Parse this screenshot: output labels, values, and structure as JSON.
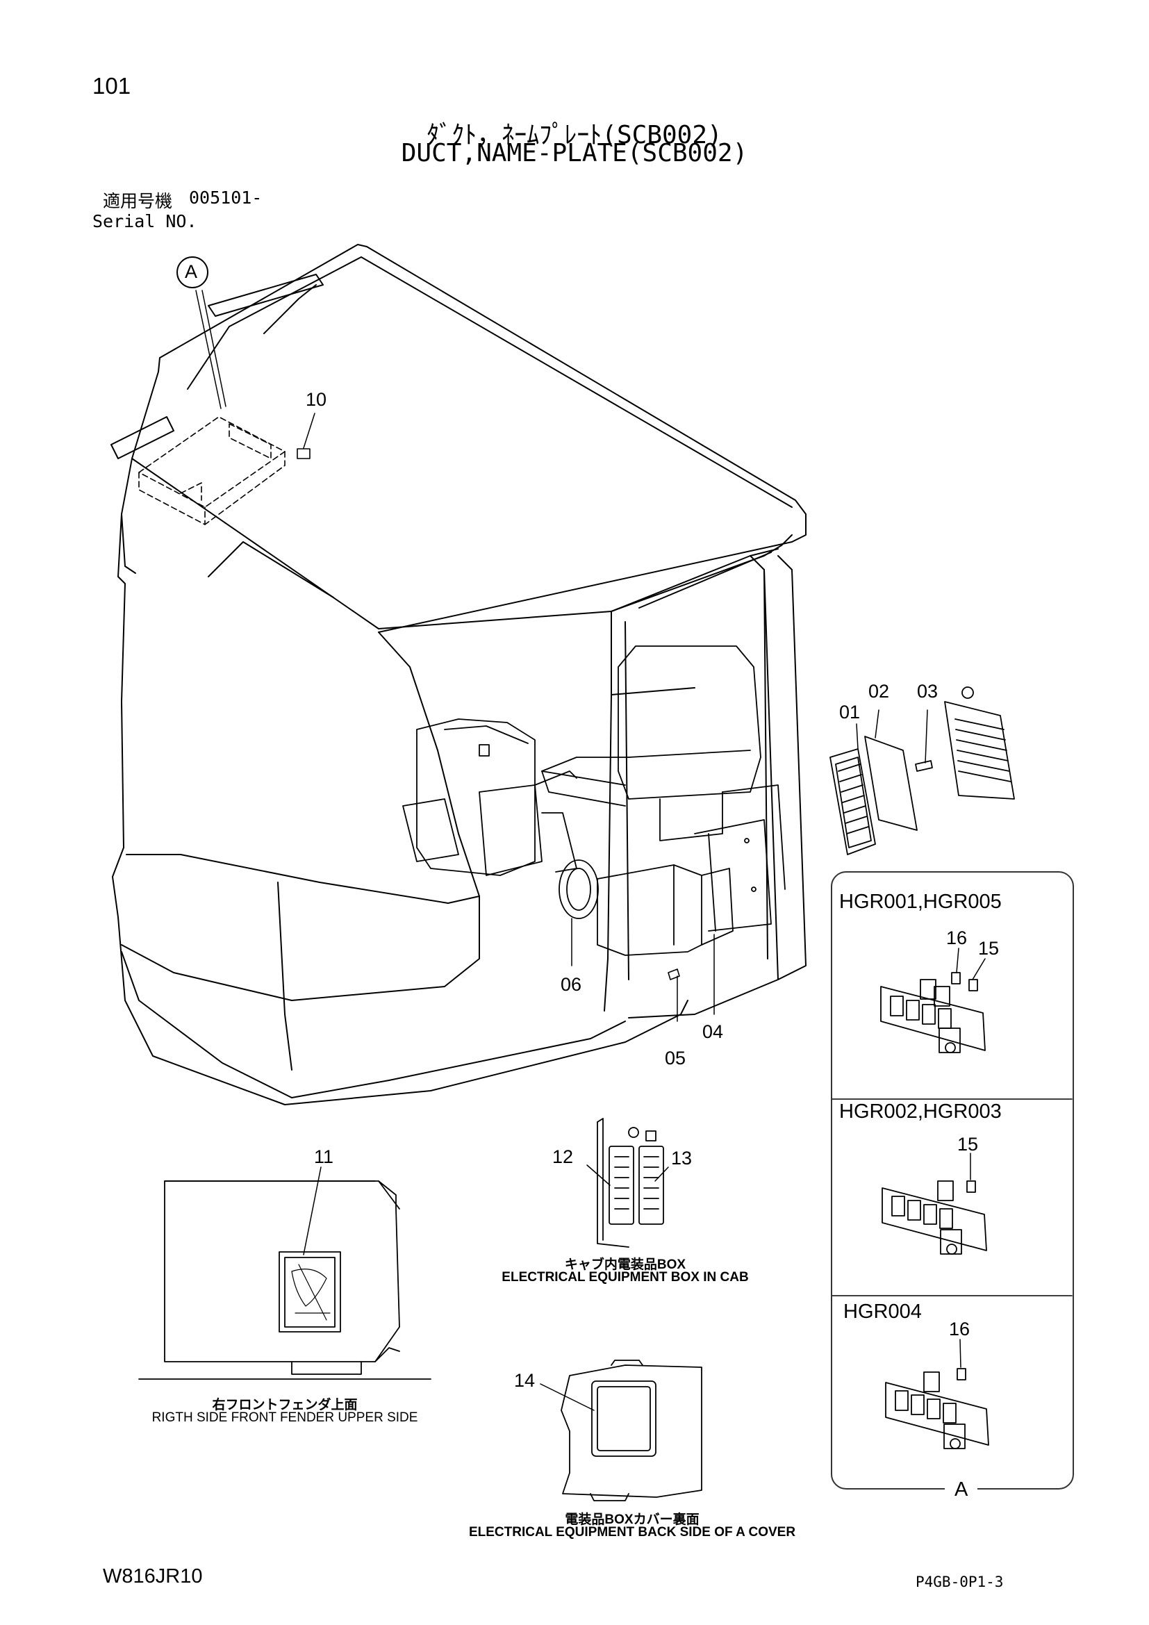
{
  "page_number": "101",
  "title_jp": "ﾀﾞｸﾄ，ﾈｰﾑﾌﾟﾚｰﾄ(SCB002)",
  "title_en": "DUCT,NAME-PLATE(SCB002)",
  "serial_label_jp": "適用号機",
  "serial_value": "005101-",
  "serial_label_en": "Serial NO.",
  "callouts": {
    "c01": "01",
    "c02": "02",
    "c03": "03",
    "c04": "04",
    "c05": "05",
    "c06": "06",
    "c10": "10",
    "c11": "11",
    "c12": "12",
    "c13": "13",
    "c14": "14"
  },
  "detail_marker": "A",
  "detail_panel": {
    "label": "A",
    "variants": [
      {
        "name": "HGR001,HGR005",
        "parts": [
          "16",
          "15"
        ]
      },
      {
        "name": "HGR002,HGR003",
        "parts": [
          "15"
        ]
      },
      {
        "name": "HGR004",
        "parts": [
          "16"
        ]
      }
    ]
  },
  "views": {
    "fender": {
      "jp": "右フロントフェンダ上面",
      "en": "RIGTH SIDE FRONT FENDER UPPER SIDE"
    },
    "ebox": {
      "jp": "キャブ内電装品BOX",
      "en": "ELECTRICAL EQUIPMENT BOX IN CAB"
    },
    "cover": {
      "jp": "電装品BOXカバー裏面",
      "en": "ELECTRICAL EQUIPMENT BACK SIDE OF A COVER"
    }
  },
  "footer": {
    "drawing_no": "W816JR10",
    "page_code": "P4GB-0P1-3"
  }
}
